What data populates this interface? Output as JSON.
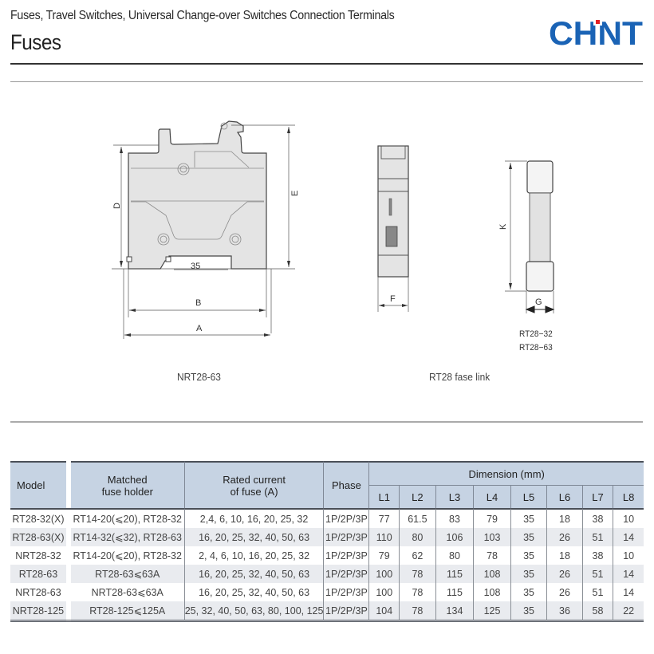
{
  "header": {
    "supertitle": "Fuses, Travel Switches, Universal Change-over Switches Connection Terminals",
    "title": "Fuses",
    "logo": {
      "text": "CHNT",
      "color": "#1a63b5",
      "accent": "#e31e24"
    }
  },
  "drawings": {
    "holder": {
      "caption": "NRT28-63",
      "dims": {
        "D": "D",
        "E": "E",
        "B": "B",
        "A": "A",
        "rail": "35"
      }
    },
    "fuse_link": {
      "caption": "RT28 fase link",
      "dims": {
        "F": "F",
        "K": "K",
        "G": "G"
      },
      "models": [
        "RT28−32",
        "RT28−63"
      ]
    }
  },
  "table": {
    "headers": {
      "model": "Model",
      "holder_line1": "Matched",
      "holder_line2": "fuse holder",
      "current_line1": "Rated current",
      "current_line2": "of fuse (A)",
      "phase": "Phase",
      "dimension": "Dimension (mm)",
      "dims": [
        "L1",
        "L2",
        "L3",
        "L4",
        "L5",
        "L6",
        "L7",
        "L8"
      ]
    },
    "rows": [
      {
        "model": "RT28-32(X)",
        "holder": "RT14-20(⩽20), RT28-32",
        "current": "2,4, 6, 10, 16, 20, 25, 32",
        "phase": "1P/2P/3P",
        "L": [
          "77",
          "61.5",
          "83",
          "79",
          "35",
          "18",
          "38",
          "10"
        ]
      },
      {
        "model": "RT28-63(X)",
        "holder": "RT14-32(⩽32), RT28-63",
        "current": "16, 20, 25, 32, 40, 50, 63",
        "phase": "1P/2P/3P",
        "L": [
          "110",
          "80",
          "106",
          "103",
          "35",
          "26",
          "51",
          "14"
        ]
      },
      {
        "model": "NRT28-32",
        "holder": "RT14-20(⩽20), RT28-32",
        "current": "2, 4, 6, 10, 16, 20, 25, 32",
        "phase": "1P/2P/3P",
        "L": [
          "79",
          "62",
          "80",
          "78",
          "35",
          "18",
          "38",
          "10"
        ]
      },
      {
        "model": "RT28-63",
        "holder": "RT28-63⩽63A",
        "current": "16, 20, 25, 32, 40, 50, 63",
        "phase": "1P/2P/3P",
        "L": [
          "100",
          "78",
          "115",
          "108",
          "35",
          "26",
          "51",
          "14"
        ]
      },
      {
        "model": "NRT28-63",
        "holder": "NRT28-63⩽63A",
        "current": "16, 20, 25, 32, 40, 50, 63",
        "phase": "1P/2P/3P",
        "L": [
          "100",
          "78",
          "115",
          "108",
          "35",
          "26",
          "51",
          "14"
        ]
      },
      {
        "model": "NRT28-125",
        "holder": "RT28-125⩽125A",
        "current": "25, 32, 40, 50, 63, 80, 100, 125",
        "phase": "1P/2P/3P",
        "L": [
          "104",
          "78",
          "134",
          "125",
          "35",
          "36",
          "58",
          "22"
        ]
      }
    ]
  }
}
